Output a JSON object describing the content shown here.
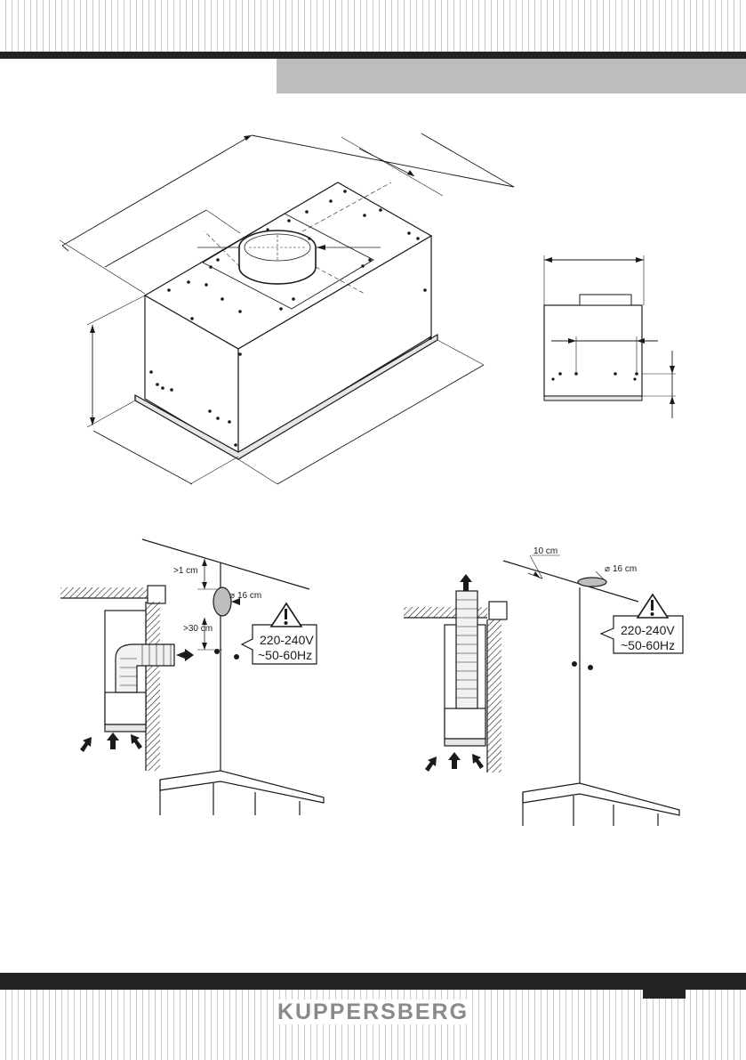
{
  "brand": {
    "name": "KUPPERSBERG"
  },
  "install_left": {
    "ceiling_gap": ">1 cm",
    "outlet_gap": ">30 cm",
    "duct_diameter": "16 cm",
    "voltage": "220-240V",
    "frequency": "~50-60Hz"
  },
  "install_right": {
    "offset": "10 cm",
    "duct_diameter": "16 cm",
    "voltage": "220-240V",
    "frequency": "~50-60Hz"
  },
  "icons": {
    "warning": "warning-triangle-icon",
    "diameter": "diameter-symbol-icon"
  }
}
